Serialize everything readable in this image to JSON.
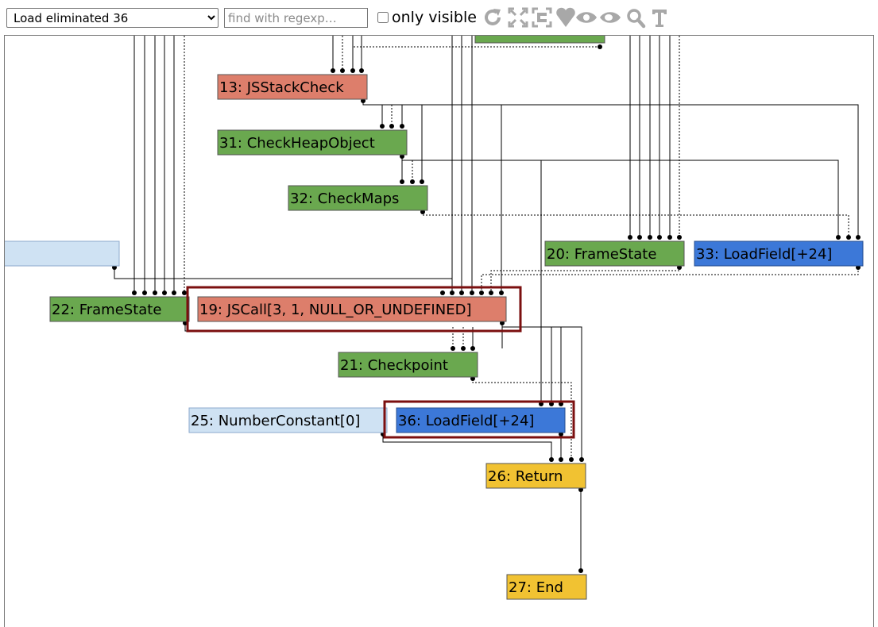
{
  "toolbar": {
    "phase_select_value": "Load eliminated 36",
    "search_placeholder": "find with regexp…",
    "only_visible_label": "only visible",
    "icons": [
      "layout-icon",
      "show-all-icon",
      "toggle-hide-dead-icon",
      "hide-unselected-icon",
      "hide-selected-icon",
      "zoom-selection-icon",
      "toggle-types-icon"
    ]
  },
  "nodes": [
    {
      "id": "n0",
      "label": "",
      "color": "#6aa84f"
    },
    {
      "id": "n13",
      "label": "13: JSStackCheck",
      "color": "#dd7e6b"
    },
    {
      "id": "n31",
      "label": "31: CheckHeapObject",
      "color": "#6aa84f"
    },
    {
      "id": "n32",
      "label": "32: CheckMaps",
      "color": "#6aa84f"
    },
    {
      "id": "nleft",
      "label": "",
      "color": "#cfe2f3"
    },
    {
      "id": "n20",
      "label": "20: FrameState",
      "color": "#6aa84f"
    },
    {
      "id": "n33",
      "label": "33: LoadField[+24]",
      "color": "#3c78d8"
    },
    {
      "id": "n22",
      "label": "22: FrameState",
      "color": "#6aa84f"
    },
    {
      "id": "n19",
      "label": "19: JSCall[3, 1, NULL_OR_UNDEFINED]",
      "color": "#dd7e6b"
    },
    {
      "id": "n21",
      "label": "21: Checkpoint",
      "color": "#6aa84f"
    },
    {
      "id": "n25",
      "label": "25: NumberConstant[0]",
      "color": "#cfe2f3"
    },
    {
      "id": "n36",
      "label": "36: LoadField[+24]",
      "color": "#3c78d8"
    },
    {
      "id": "n26",
      "label": "26: Return",
      "color": "#f1c232"
    },
    {
      "id": "n27",
      "label": "27: End",
      "color": "#f1c232"
    }
  ],
  "highlight_color": "#7b0f0f"
}
